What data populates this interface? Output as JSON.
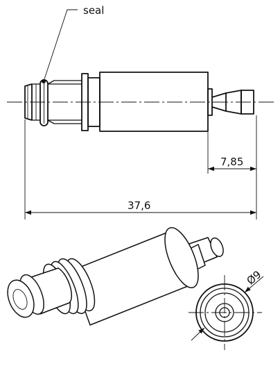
{
  "drawing": {
    "callout_label": "seal",
    "dim_small": "7,85",
    "dim_overall": "37,6",
    "dim_diameter": "Ø9"
  }
}
